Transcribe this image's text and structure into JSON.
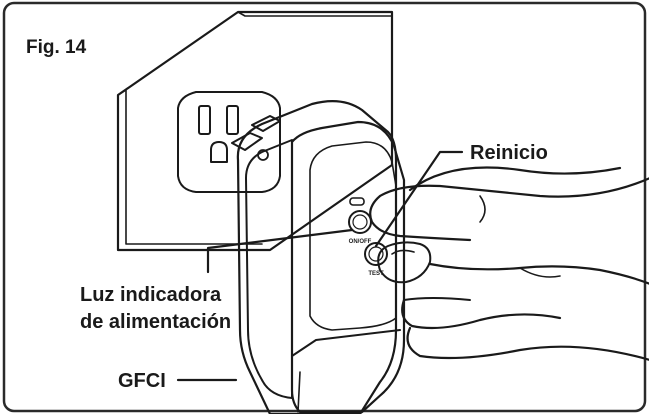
{
  "figure": {
    "label": "Fig. 14"
  },
  "callouts": {
    "reset": "Reinicio",
    "power_light_line1": "Luz indicadora",
    "power_light_line2": "de alimentación",
    "gfci": "GFCI"
  },
  "device_buttons": {
    "top": "ON/OFF",
    "bottom": "TEST"
  },
  "colors": {
    "ink": "#1a1a1a",
    "frame": "#2a2a2a",
    "background": "#ffffff"
  }
}
